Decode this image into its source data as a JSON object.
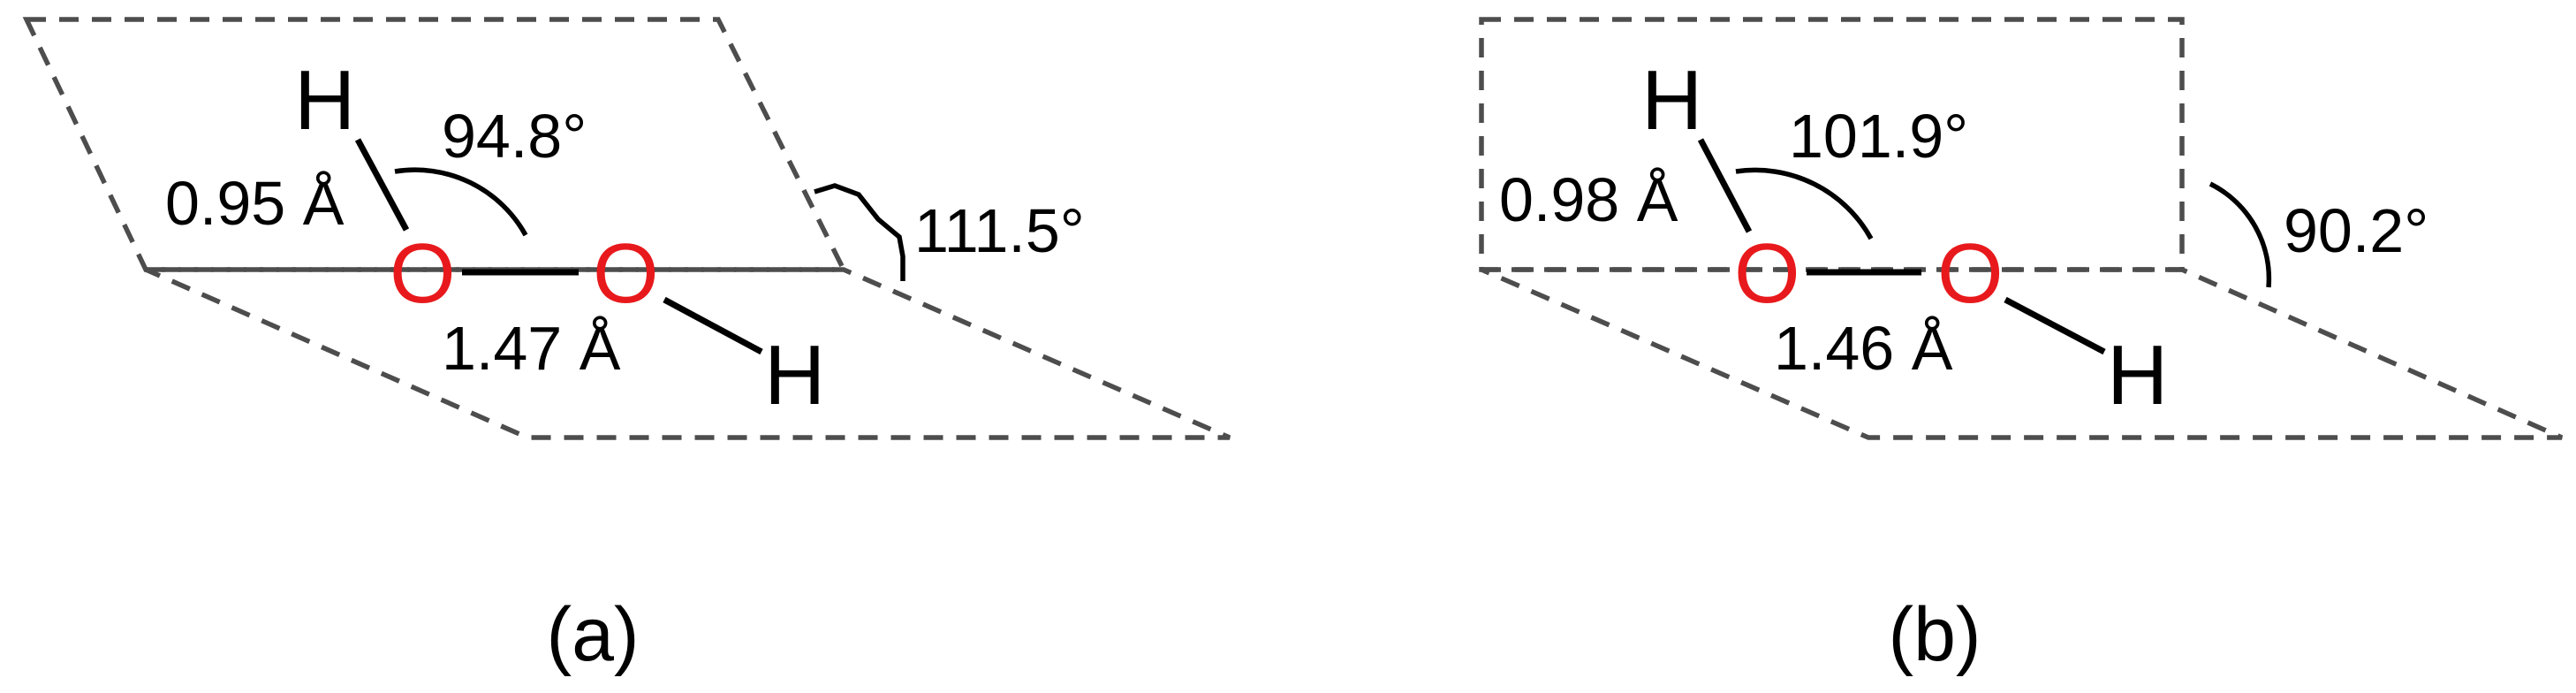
{
  "colors": {
    "oxygen": "#e8191c",
    "hydrogen": "#000000",
    "bond": "#000000",
    "plane_outline": "#4d4d4d",
    "background": "#ffffff"
  },
  "panels": [
    {
      "caption": "(a)",
      "atoms": {
        "h_top": "H",
        "o_left": "O",
        "o_right": "O",
        "h_bottom": "H"
      },
      "oh_bond_length": "0.95 Å",
      "oo_bond_length": "1.47 Å",
      "hoo_angle": "94.8°",
      "dihedral_angle": "111.5°"
    },
    {
      "caption": "(b)",
      "atoms": {
        "h_top": "H",
        "o_left": "O",
        "o_right": "O",
        "h_bottom": "H"
      },
      "oh_bond_length": "0.98 Å",
      "oo_bond_length": "1.46 Å",
      "hoo_angle": "101.9°",
      "dihedral_angle": "90.2°"
    }
  ]
}
